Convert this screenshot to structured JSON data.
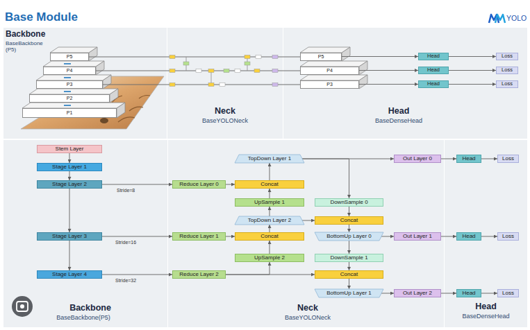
{
  "diagram": {
    "title": "Base Module",
    "nodes": [
      {
        "text": [
          "Backbone",
          "BaseBackbone (P5)"
        ]
      },
      {
        "text": [
          "P5"
        ],
        "in": 0
      },
      {
        "text": [
          "P4"
        ],
        "in": 0
      },
      {
        "text": [
          "P3"
        ],
        "in": 0
      },
      {
        "text": [
          "P2"
        ],
        "in": 0
      },
      {
        "text": [
          "P1"
        ],
        "in": 0
      },
      {
        "text": [
          "Neck",
          "BaseYOLONeck"
        ]
      },
      {
        "text": [
          "Head",
          "BaseDenseHead"
        ]
      },
      {
        "text": [
          "P5"
        ],
        "in": 7
      },
      {
        "text": [
          "P4"
        ],
        "in": 7
      },
      {
        "text": [
          "P3"
        ],
        "in": 7
      },
      {
        "text": [
          "Head"
        ],
        "in": 7
      },
      {
        "text": [
          "Loss"
        ],
        "in": 7
      },
      {
        "text": [
          "Head"
        ],
        "in": 7
      },
      {
        "text": [
          "Loss"
        ],
        "in": 7
      },
      {
        "text": [
          "Head"
        ],
        "in": 7
      },
      {
        "text": [
          "Loss"
        ],
        "in": 7
      },
      {
        "text": [
          "Backbone",
          "BaseBackbone(P5)"
        ]
      },
      {
        "text": [
          "Stem Layer"
        ],
        "in": 17
      },
      {
        "text": [
          "Stage Layer 1"
        ],
        "in": 17
      },
      {
        "text": [
          "Stage Layer 2"
        ],
        "in": 17
      },
      {
        "text": [
          "Stage Layer 3"
        ],
        "in": 17
      },
      {
        "text": [
          "Stage Layer 4"
        ],
        "in": 17
      },
      {
        "text": [
          "Neck",
          "BaseYOLONeck"
        ]
      },
      {
        "text": [
          "TopDown Layer 1"
        ],
        "in": 23
      },
      {
        "text": [
          "Out Layer 0"
        ],
        "in": 23
      },
      {
        "text": [
          "Reduce Layer 0"
        ],
        "in": 23
      },
      {
        "text": [
          "Concat"
        ],
        "in": 23
      },
      {
        "text": [
          "UpSample 1"
        ],
        "in": 23
      },
      {
        "text": [
          "DownSample 0"
        ],
        "in": 23
      },
      {
        "text": [
          "TopDown Layer 2"
        ],
        "in": 23
      },
      {
        "text": [
          "Concat"
        ],
        "in": 23
      },
      {
        "text": [
          "Reduce Layer 1"
        ],
        "in": 23
      },
      {
        "text": [
          "Concat"
        ],
        "in": 23
      },
      {
        "text": [
          "BottomUp Layer 0"
        ],
        "in": 23
      },
      {
        "text": [
          "Out Layer 1"
        ],
        "in": 23
      },
      {
        "text": [
          "UpSample 2"
        ],
        "in": 23
      },
      {
        "text": [
          "DownSample 1"
        ],
        "in": 23
      },
      {
        "text": [
          "Reduce Layer 2"
        ],
        "in": 23
      },
      {
        "text": [
          "Concat"
        ],
        "in": 23
      },
      {
        "text": [
          "BottomUp Layer 1"
        ],
        "in": 23
      },
      {
        "text": [
          "Out Layer 2"
        ],
        "in": 23
      },
      {
        "text": [
          "Head",
          "BaseDenseHead"
        ]
      },
      {
        "text": [
          "Head"
        ],
        "in": 42
      },
      {
        "text": [
          "Loss"
        ],
        "in": 42
      },
      {
        "text": [
          "Head"
        ],
        "in": 42
      },
      {
        "text": [
          "Loss"
        ],
        "in": 42
      },
      {
        "text": [
          "Head"
        ],
        "in": 42
      },
      {
        "text": [
          "Loss"
        ],
        "in": 42
      }
    ],
    "edges": [
      {
        "from": 1,
        "to": 8,
        "arrow": "none"
      },
      {
        "from": 2,
        "to": 9,
        "arrow": "none"
      },
      {
        "from": 3,
        "to": 10,
        "arrow": "none"
      },
      {
        "from": 8,
        "to": 11,
        "arrow": "to"
      },
      {
        "from": 9,
        "to": 13,
        "arrow": "to"
      },
      {
        "from": 10,
        "to": 15,
        "arrow": "to"
      },
      {
        "from": 11,
        "to": 12,
        "arrow": "to"
      },
      {
        "from": 13,
        "to": 14,
        "arrow": "to"
      },
      {
        "from": 15,
        "to": 16,
        "arrow": "to"
      },
      {
        "from": 18,
        "to": 19,
        "arrow": "to"
      },
      {
        "from": 19,
        "to": 20,
        "arrow": "to"
      },
      {
        "from": 20,
        "to": 21,
        "arrow": "to"
      },
      {
        "from": 21,
        "to": 22,
        "arrow": "to"
      },
      {
        "from": 20,
        "to": 26,
        "arrow": "to"
      },
      {
        "from": 21,
        "to": 32,
        "arrow": "to"
      },
      {
        "from": 22,
        "to": 38,
        "arrow": "to"
      },
      {
        "from": 26,
        "to": 27,
        "arrow": "to"
      },
      {
        "from": 32,
        "to": 33,
        "arrow": "to"
      },
      {
        "from": 38,
        "to": 36,
        "arrow": "to"
      },
      {
        "from": 38,
        "to": 39,
        "arrow": "to"
      },
      {
        "from": 36,
        "to": 33,
        "arrow": "to"
      },
      {
        "from": 33,
        "to": 30,
        "arrow": "to"
      },
      {
        "from": 30,
        "to": 28,
        "arrow": "to"
      },
      {
        "from": 28,
        "to": 27,
        "arrow": "to"
      },
      {
        "from": 27,
        "to": 24,
        "arrow": "to"
      },
      {
        "from": 24,
        "to": 25,
        "arrow": "to"
      },
      {
        "from": 24,
        "to": 29,
        "arrow": "to"
      },
      {
        "from": 30,
        "to": 31,
        "arrow": "to"
      },
      {
        "from": 29,
        "to": 31,
        "arrow": "to"
      },
      {
        "from": 31,
        "to": 34,
        "arrow": "to"
      },
      {
        "from": 34,
        "to": 35,
        "arrow": "to"
      },
      {
        "from": 34,
        "to": 37,
        "arrow": "to"
      },
      {
        "from": 37,
        "to": 39,
        "arrow": "to"
      },
      {
        "from": 39,
        "to": 40,
        "arrow": "to"
      },
      {
        "from": 40,
        "to": 41,
        "arrow": "to"
      },
      {
        "from": 25,
        "to": 43,
        "arrow": "to"
      },
      {
        "from": 43,
        "to": 44,
        "arrow": "to"
      },
      {
        "from": 35,
        "to": 45,
        "arrow": "to"
      },
      {
        "from": 45,
        "to": 46,
        "arrow": "to"
      },
      {
        "from": 41,
        "to": 47,
        "arrow": "to"
      },
      {
        "from": 47,
        "to": 48,
        "arrow": "to"
      }
    ],
    "labels": [
      "YOLO",
      "Stride=8",
      "Stride=16",
      "Stride=32"
    ]
  }
}
